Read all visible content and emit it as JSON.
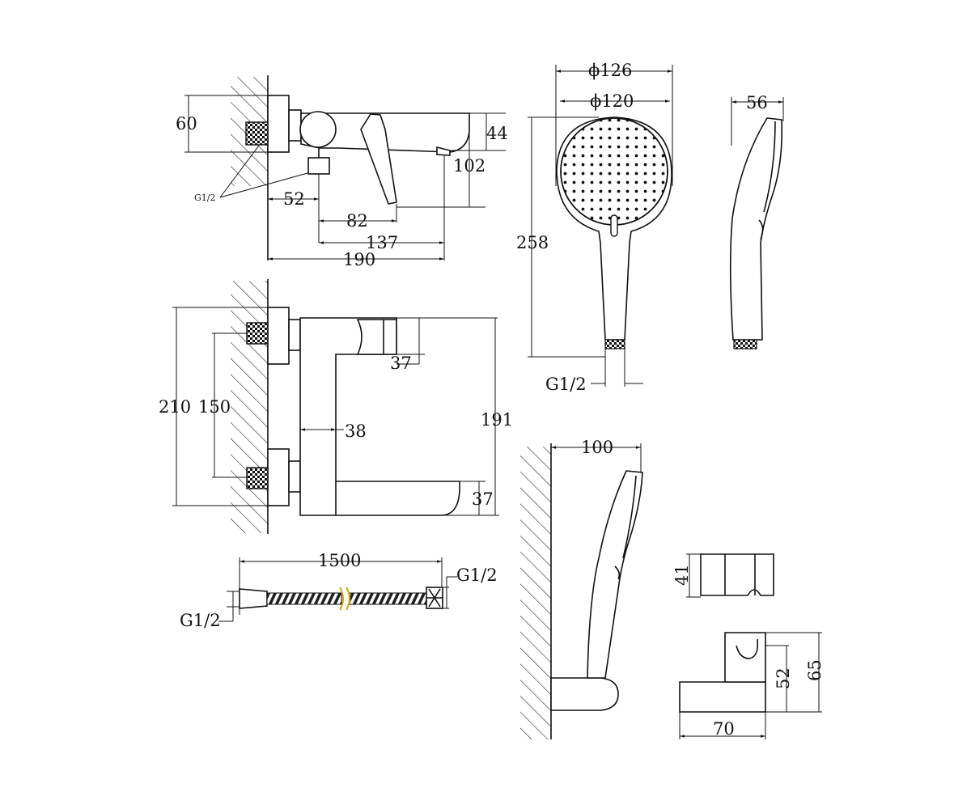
{
  "drawing": {
    "front_view": {
      "h_60": "60",
      "h_44": "44",
      "h_102": "102",
      "thread": "G1/2",
      "w_52": "52",
      "w_82": "82",
      "w_137": "137",
      "w_190": "190"
    },
    "top_view": {
      "h_210": "210",
      "h_150": "150",
      "h_37_top": "37",
      "w_38": "38",
      "h_191": "191",
      "h_37_bottom": "37"
    },
    "hose": {
      "length": "1500",
      "thread_right": "G1/2",
      "thread_left": "G1/2"
    },
    "hand_shower_front": {
      "d_outer": "ϕ126",
      "d_inner": "ϕ120",
      "length": "258",
      "thread": "G1/2"
    },
    "hand_shower_side": {
      "thickness": "56"
    },
    "mounted_view": {
      "projection": "100"
    },
    "holder": {
      "h_41": "41",
      "h_52": "52",
      "h_65": "65",
      "w_70": "70"
    }
  }
}
